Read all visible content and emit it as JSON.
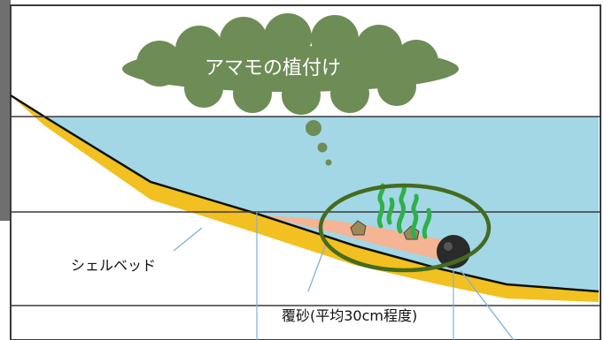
{
  "diagram": {
    "cloud_label": "アマモの植付け",
    "shell_bed_label": "シェルベッド",
    "sand_cover_label": "覆砂(平均30cm程度)"
  },
  "colors": {
    "water": "#a3d7e6",
    "sand": "#f2c020",
    "backfill": "#f5b493",
    "cloud": "#6e8c55",
    "cloud_text": "#ffffff",
    "grass": "#2fb04a",
    "ring": "#466b1f",
    "rock": "#2a2a2a",
    "pointer": "#7eb2d8",
    "frame": "#3a3a3a"
  }
}
